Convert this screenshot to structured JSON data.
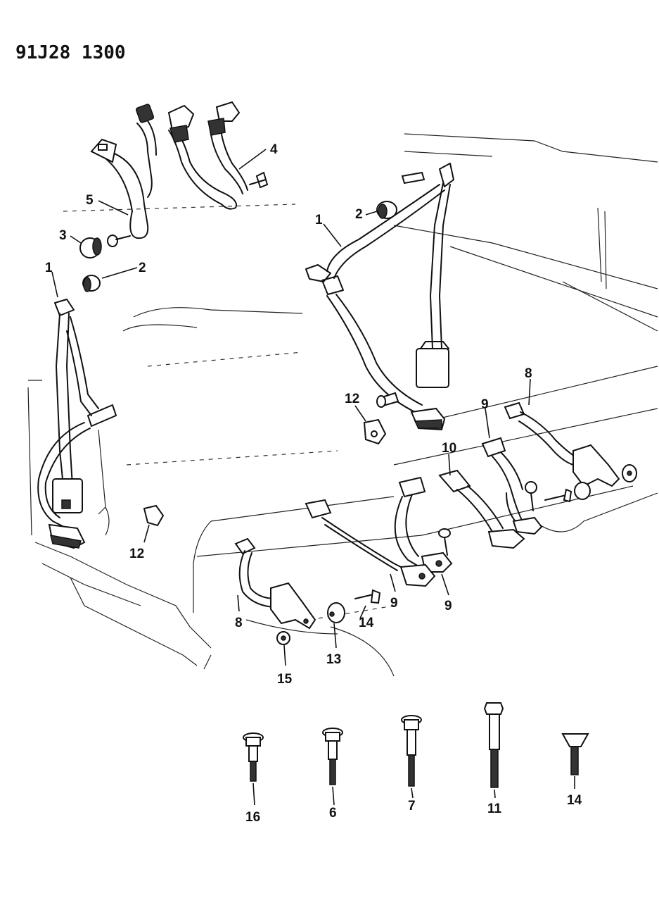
{
  "diagram_code": "91J28 1300",
  "callouts": {
    "c1_left": "1",
    "c2_left": "2",
    "c3": "3",
    "c5": "5",
    "c4": "4",
    "c1_right": "1",
    "c2_right": "2",
    "c12_left": "12",
    "c12_right": "12",
    "c8_right": "8",
    "c9_top": "9",
    "c10": "10",
    "c9_mid": "9",
    "c9_right": "9",
    "c8_left": "8",
    "c13": "13",
    "c14_mid": "14",
    "c15": "15",
    "c16": "16",
    "c6": "6",
    "c7": "7",
    "c11": "11",
    "c14_bottom": "14"
  }
}
